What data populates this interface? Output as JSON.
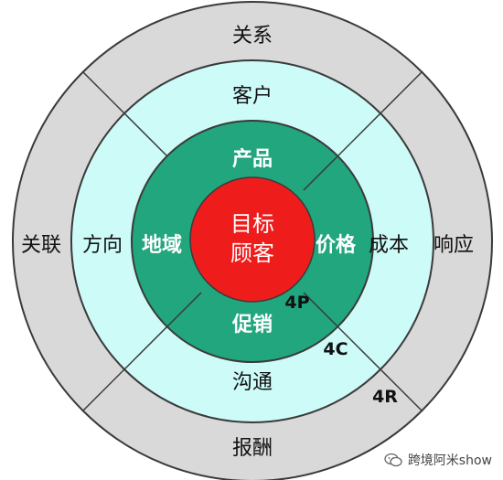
{
  "colors": {
    "outer_ring": "#d9d9d9",
    "middle_ring": "#ccfbf8",
    "inner_ring": "#21a67e",
    "core": "#ef1c1c",
    "stroke": "#3a3a3a"
  },
  "core": {
    "line1": "目标",
    "line2": "顾客"
  },
  "inner_ring": {
    "top": "产品",
    "right": "价格",
    "bottom": "促销",
    "left": "地域"
  },
  "middle_ring": {
    "top": "客户",
    "right": "成本",
    "bottom": "沟通",
    "left": "方向"
  },
  "outer_ring": {
    "top": "关系",
    "right": "响应",
    "bottom": "报酬",
    "left": "关联"
  },
  "tags": {
    "inner": "4P",
    "middle": "4C",
    "outer": "4R"
  },
  "watermark": {
    "icon": "wechat-icon",
    "text": "跨境阿米show"
  }
}
